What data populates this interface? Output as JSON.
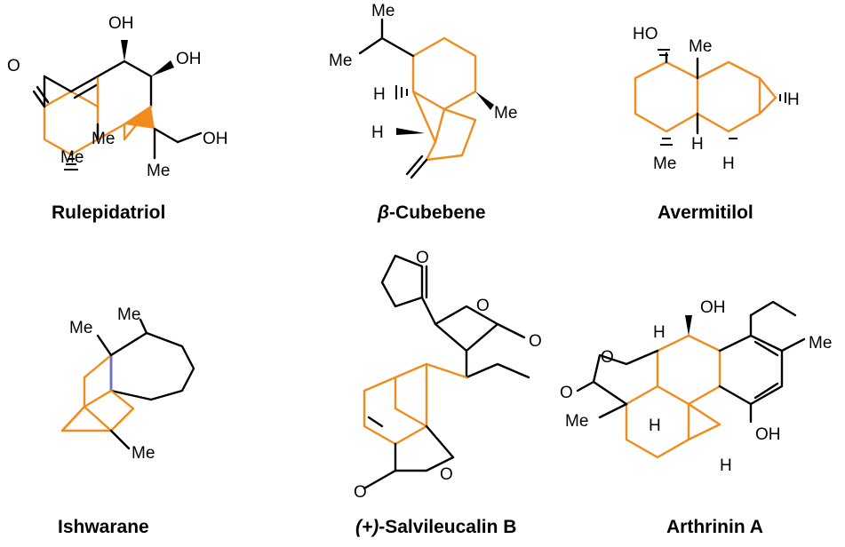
{
  "colors": {
    "highlight_bonds": "#f08c1e",
    "bonds": "#000000",
    "special_bond": "#6b6bd6"
  },
  "compounds": [
    {
      "name": "Rulepidatriol",
      "labels": {
        "oh_top": "OH",
        "oh_right": "OH",
        "oxo": "O",
        "me_quat": "Me",
        "me_low": "Me",
        "oh_ch2": "OH",
        "me_cp": "Me"
      }
    },
    {
      "name_prefix": "β",
      "name_suffix": "-Cubebene",
      "labels": {
        "me_top": "Me",
        "me_iso": "Me",
        "h1": "H",
        "h2": "H",
        "me_ring": "Me"
      }
    },
    {
      "name": "Avermitilol",
      "labels": {
        "ho": "HO",
        "me": "Me",
        "h_cp": "H",
        "h_mid": "H",
        "h_low": "H",
        "me_low": "Me"
      }
    },
    {
      "name": "Ishwarane",
      "labels": {
        "me1": "Me",
        "me2": "Me",
        "me3": "Me"
      }
    },
    {
      "name_prefix": "(+)",
      "name_suffix": "-Salvileucalin B",
      "labels": {
        "o_furan": "O",
        "o_lactone1": "O",
        "o_carbonyl1": "O",
        "o_lactone2": "O",
        "o_carbonyl2": "O"
      }
    },
    {
      "name": "Arthrinin A",
      "labels": {
        "oh_top": "OH",
        "h_top": "H",
        "o_ring": "O",
        "o_carbonyl": "O",
        "me_ar": "Me",
        "me_q": "Me",
        "h_mid": "H",
        "oh_ar": "OH",
        "h_low": "H"
      }
    }
  ]
}
